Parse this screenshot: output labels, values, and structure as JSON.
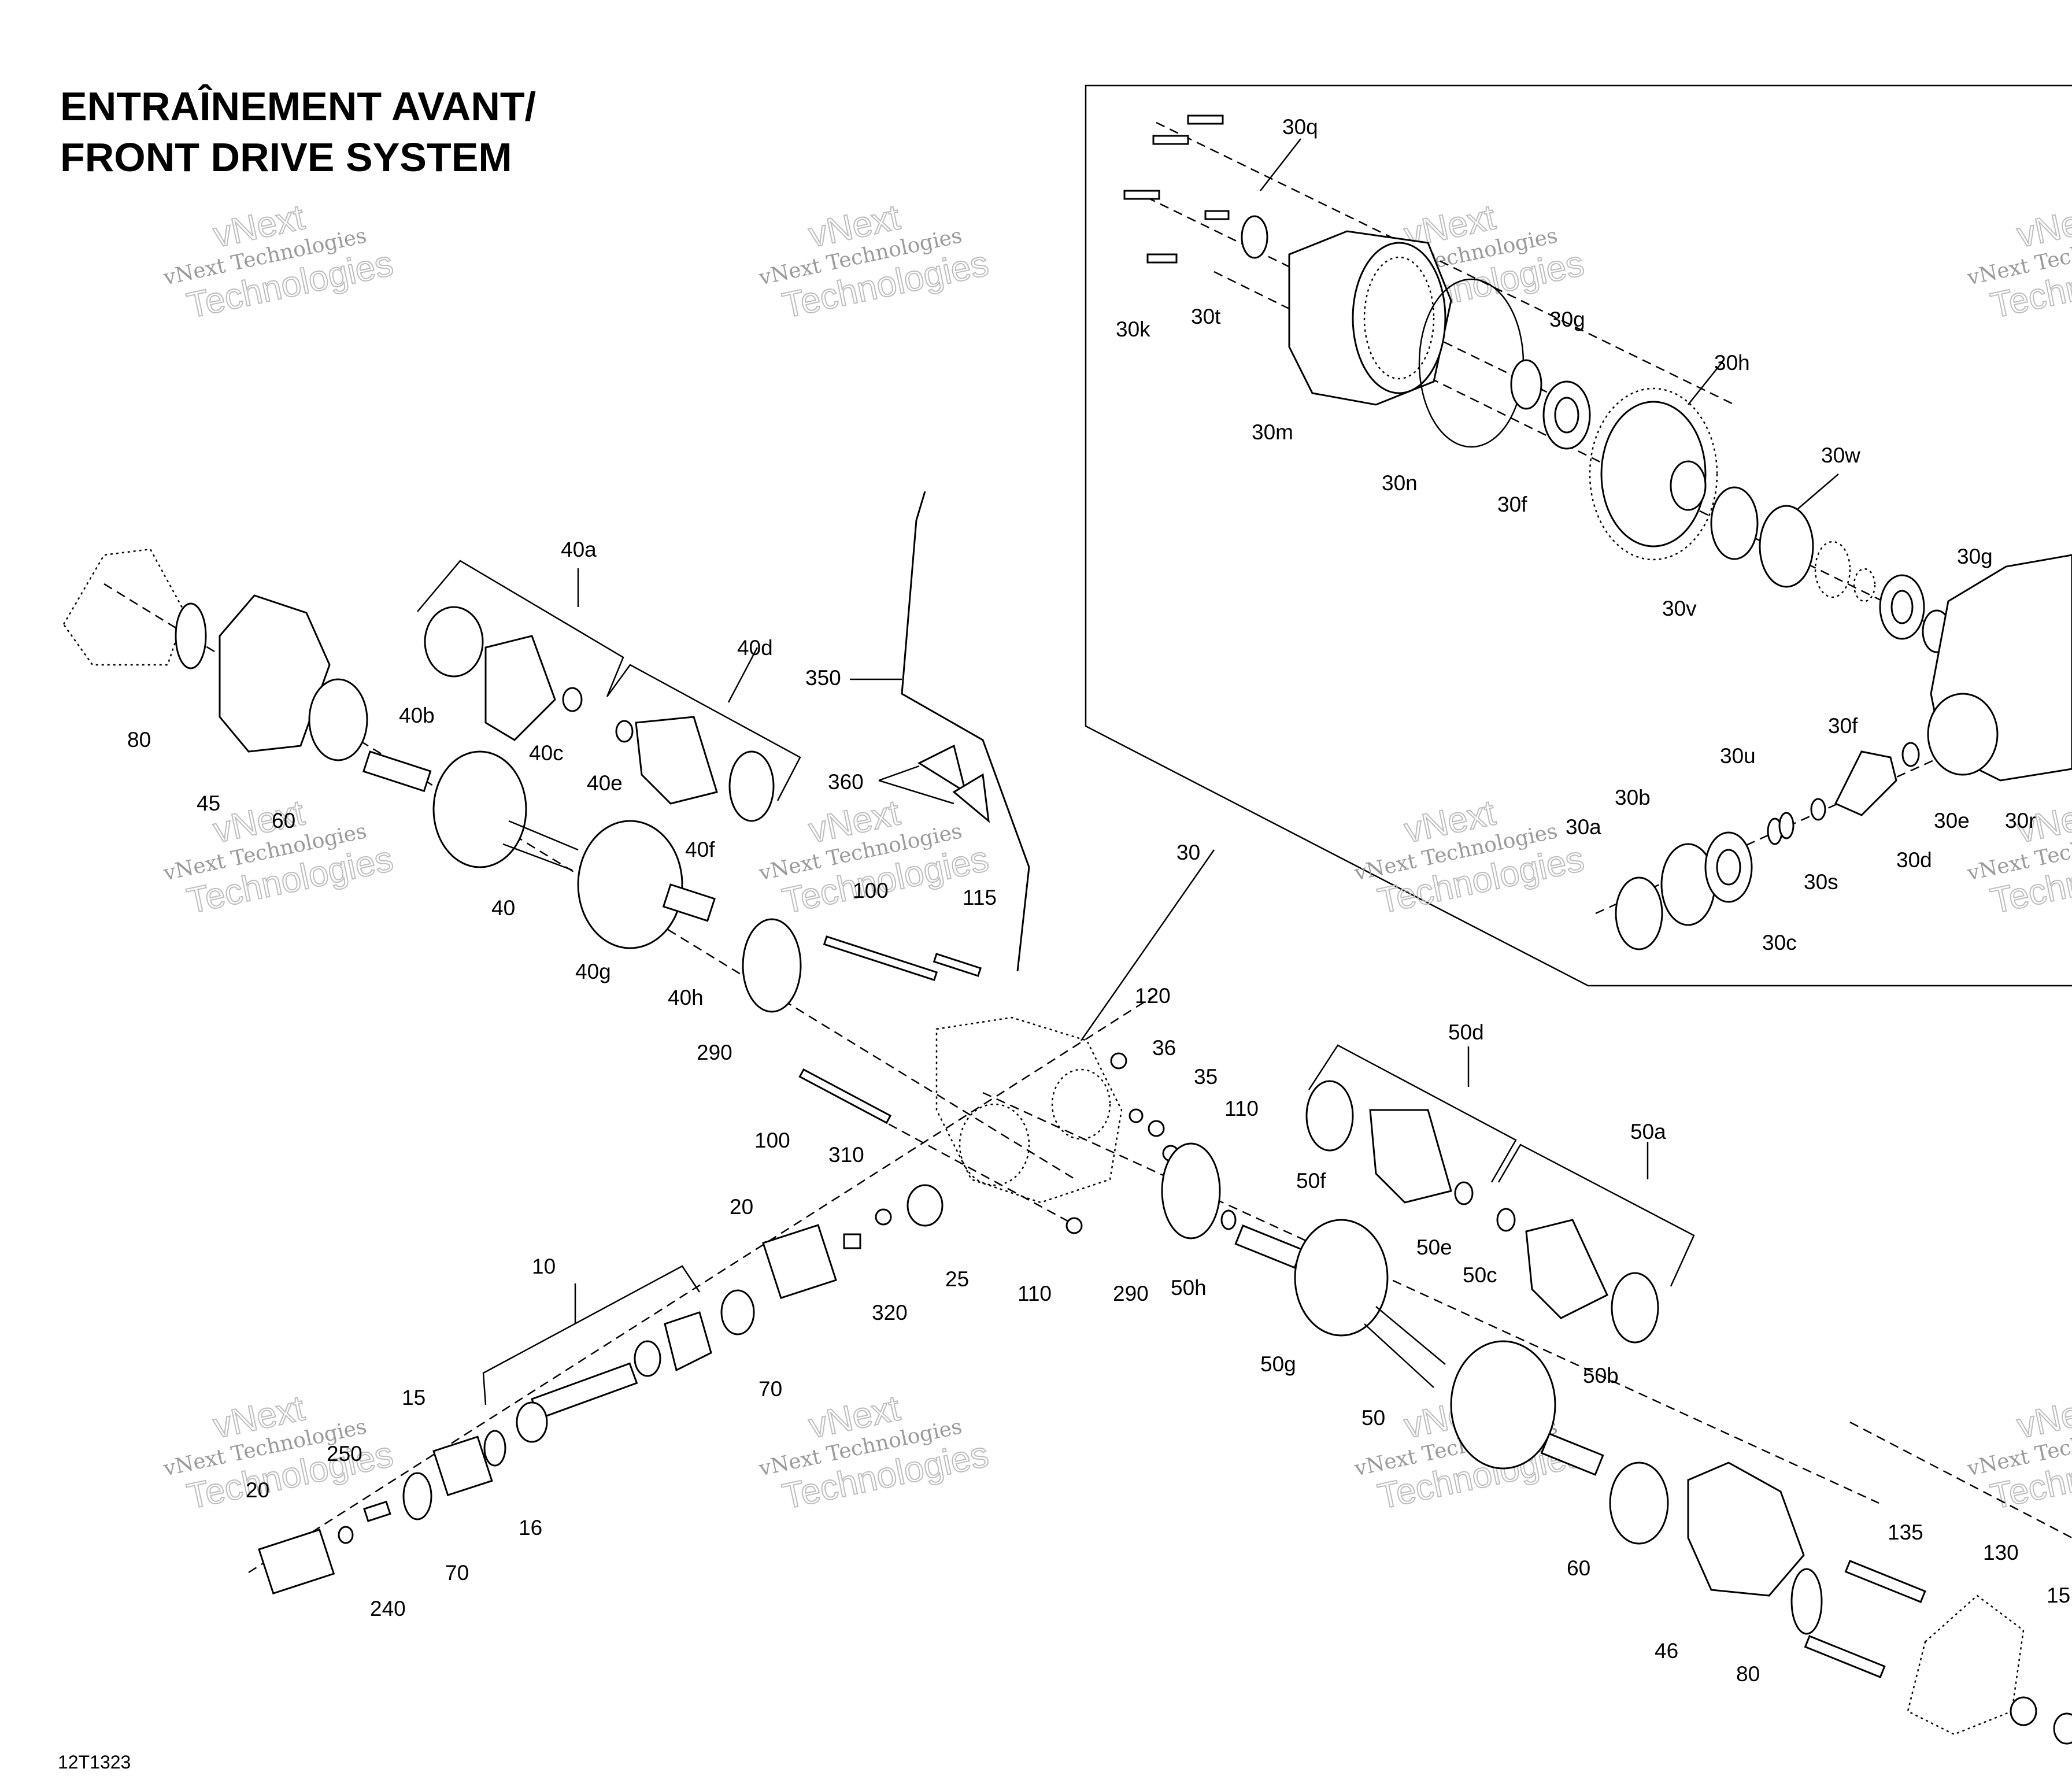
{
  "title_line1": "ENTRAÎNEMENT AVANT/",
  "title_line2": "FRONT DRIVE SYSTEM",
  "doc_id": "12T1323",
  "watermark": {
    "line1": "vNext",
    "line2": "vNext Technologies",
    "line3": "Technologies"
  },
  "callouts": [
    {
      "id": "30q",
      "text": "30q"
    },
    {
      "id": "30k",
      "text": "30k"
    },
    {
      "id": "30t",
      "text": "30t"
    },
    {
      "id": "30m",
      "text": "30m"
    },
    {
      "id": "30n",
      "text": "30n"
    },
    {
      "id": "30g_1",
      "text": "30g"
    },
    {
      "id": "30f_1",
      "text": "30f"
    },
    {
      "id": "30h",
      "text": "30h"
    },
    {
      "id": "30w",
      "text": "30w"
    },
    {
      "id": "30v",
      "text": "30v"
    },
    {
      "id": "30g_2",
      "text": "30g"
    },
    {
      "id": "30f_2",
      "text": "30f"
    },
    {
      "id": "30u",
      "text": "30u"
    },
    {
      "id": "30b",
      "text": "30b"
    },
    {
      "id": "30a",
      "text": "30a"
    },
    {
      "id": "30c",
      "text": "30c"
    },
    {
      "id": "30s",
      "text": "30s"
    },
    {
      "id": "30d",
      "text": "30d"
    },
    {
      "id": "30e",
      "text": "30e"
    },
    {
      "id": "30r",
      "text": "30r"
    },
    {
      "id": "30",
      "text": "30"
    },
    {
      "id": "40a",
      "text": "40a"
    },
    {
      "id": "40d",
      "text": "40d"
    },
    {
      "id": "40b",
      "text": "40b"
    },
    {
      "id": "40c",
      "text": "40c"
    },
    {
      "id": "40e",
      "text": "40e"
    },
    {
      "id": "40f",
      "text": "40f"
    },
    {
      "id": "40",
      "text": "40"
    },
    {
      "id": "40g",
      "text": "40g"
    },
    {
      "id": "40h",
      "text": "40h"
    },
    {
      "id": "80_1",
      "text": "80"
    },
    {
      "id": "45",
      "text": "45"
    },
    {
      "id": "60_1",
      "text": "60"
    },
    {
      "id": "350",
      "text": "350"
    },
    {
      "id": "360",
      "text": "360"
    },
    {
      "id": "100_1",
      "text": "100"
    },
    {
      "id": "115",
      "text": "115"
    },
    {
      "id": "290_1",
      "text": "290"
    },
    {
      "id": "120",
      "text": "120"
    },
    {
      "id": "36",
      "text": "36"
    },
    {
      "id": "35",
      "text": "35"
    },
    {
      "id": "110_1",
      "text": "110"
    },
    {
      "id": "100_2",
      "text": "100"
    },
    {
      "id": "310",
      "text": "310"
    },
    {
      "id": "20_1",
      "text": "20"
    },
    {
      "id": "25",
      "text": "25"
    },
    {
      "id": "320",
      "text": "320"
    },
    {
      "id": "110_2",
      "text": "110"
    },
    {
      "id": "290_2",
      "text": "290"
    },
    {
      "id": "50h",
      "text": "50h"
    },
    {
      "id": "50d",
      "text": "50d"
    },
    {
      "id": "50f",
      "text": "50f"
    },
    {
      "id": "50e",
      "text": "50e"
    },
    {
      "id": "50a",
      "text": "50a"
    },
    {
      "id": "50c",
      "text": "50c"
    },
    {
      "id": "50b",
      "text": "50b"
    },
    {
      "id": "50g",
      "text": "50g"
    },
    {
      "id": "50",
      "text": "50"
    },
    {
      "id": "10",
      "text": "10"
    },
    {
      "id": "70_1",
      "text": "70"
    },
    {
      "id": "15",
      "text": "15"
    },
    {
      "id": "250",
      "text": "250"
    },
    {
      "id": "20_2",
      "text": "20"
    },
    {
      "id": "16",
      "text": "16"
    },
    {
      "id": "70_2",
      "text": "70"
    },
    {
      "id": "240",
      "text": "240"
    },
    {
      "id": "60_2",
      "text": "60"
    },
    {
      "id": "46",
      "text": "46"
    },
    {
      "id": "80_2",
      "text": "80"
    },
    {
      "id": "135",
      "text": "135"
    },
    {
      "id": "130",
      "text": "130"
    },
    {
      "id": "15_2",
      "text": "15"
    }
  ]
}
